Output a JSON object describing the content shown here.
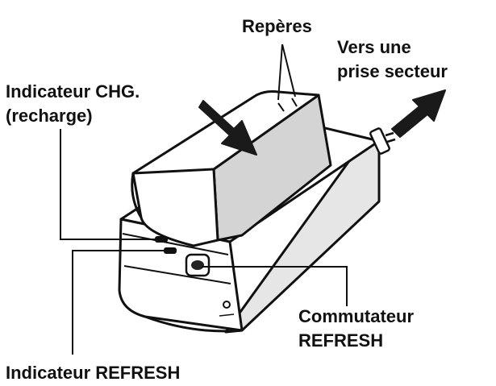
{
  "labels": {
    "reperes": "Repères",
    "vers_line1": "Vers une",
    "vers_line2": "prise secteur",
    "chg_line1": "Indicateur CHG.",
    "chg_line2": "(recharge)",
    "commut_line1": "Commutateur",
    "commut_line2": "REFRESH",
    "refresh_indicator": "Indicateur REFRESH"
  },
  "colors": {
    "ink": "#111111",
    "body_fill": "#ffffff",
    "shade": "#d9d9d9",
    "dark": "#1a1a1a"
  },
  "icons": {
    "insert_arrow": "down-right-arrow",
    "plug_arrow": "up-right-arrow"
  }
}
